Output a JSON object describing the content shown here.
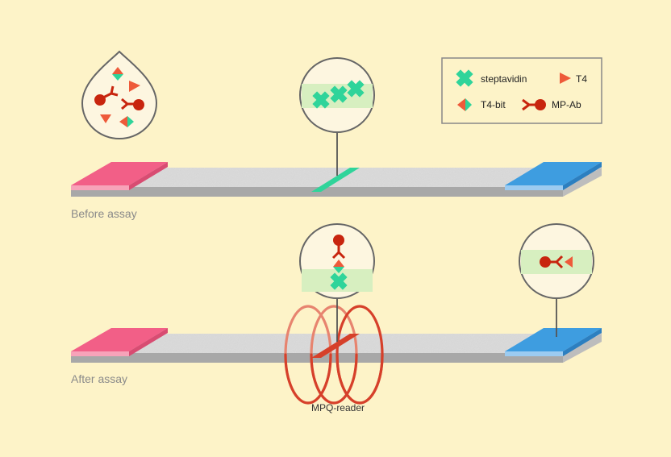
{
  "legend": {
    "items": [
      {
        "label": "steptavidin",
        "icon": "streptavidin-cross-icon"
      },
      {
        "label": "T4",
        "icon": "t4-triangle-icon"
      },
      {
        "label": "T4-bit",
        "icon": "t4-bit-icon"
      },
      {
        "label": "MP-Ab",
        "icon": "mp-ab-antibody-icon"
      }
    ]
  },
  "strips": {
    "before_label": "Before assay",
    "after_label": "After assay"
  },
  "reader": {
    "label": "MPQ-reader"
  },
  "colors": {
    "background": "#fdf3c8",
    "streptavidin": "#2fd49a",
    "t4": "#ee5a3a",
    "antibody": "#c8250e",
    "sample_pad": "#f25f87",
    "absorbent_pad": "#3e9de0",
    "membrane": "#dcdcdc",
    "coil": "#d6402a"
  }
}
